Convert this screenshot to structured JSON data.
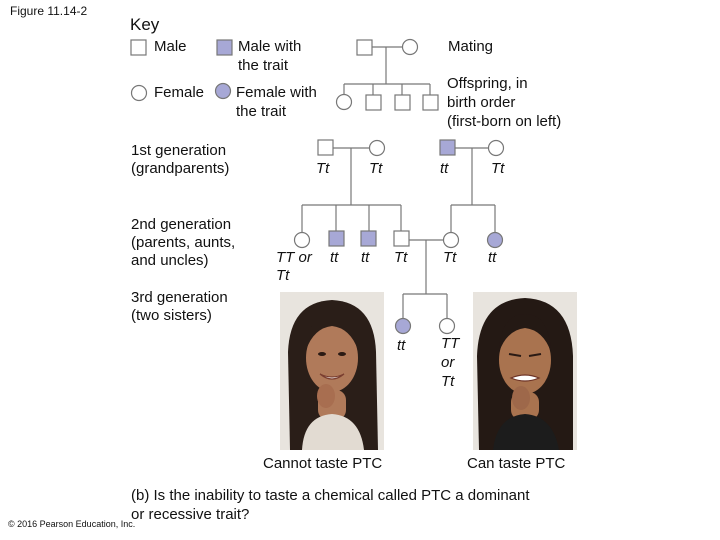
{
  "figure_label": "Figure 11.14-2",
  "key": {
    "heading": "Key",
    "male": "Male",
    "male_with_trait": "Male with\nthe trait",
    "female": "Female",
    "female_with_trait": "Female with\nthe trait",
    "mating": "Mating",
    "offspring": "Offspring, in\nbirth order\n(first-born on left)"
  },
  "generations": {
    "first": "1st generation\n(grandparents)",
    "second": "2nd generation\n(parents, aunts,\nand uncles)",
    "third": "3rd generation\n(two sisters)"
  },
  "genotypes": {
    "g1_left_father": "Tt",
    "g1_left_mother": "Tt",
    "g1_right_father": "tt",
    "g1_right_mother": "Tt",
    "g2_daughter_a": "TT or\nTt",
    "g2_son_b": "tt",
    "g2_son_c": "tt",
    "g2_son_d": "Tt",
    "g2_mother": "Tt",
    "g2_father_side_daughter": "tt",
    "g3_sister_1": "tt",
    "g3_sister_2": "TT\nor\nTt"
  },
  "captions": {
    "left_photo": "Cannot taste PTC",
    "right_photo": "Can taste PTC"
  },
  "question": "(b) Is the inability to taste a chemical called PTC a dominant\n      or recessive trait?",
  "copyright": "© 2016 Pearson Education, Inc.",
  "colors": {
    "trait_fill": "#a7a8d6",
    "normal_fill": "#ffffff",
    "stroke": "#777777"
  },
  "icons": [
    "square-male-symbol",
    "circle-female-symbol"
  ]
}
